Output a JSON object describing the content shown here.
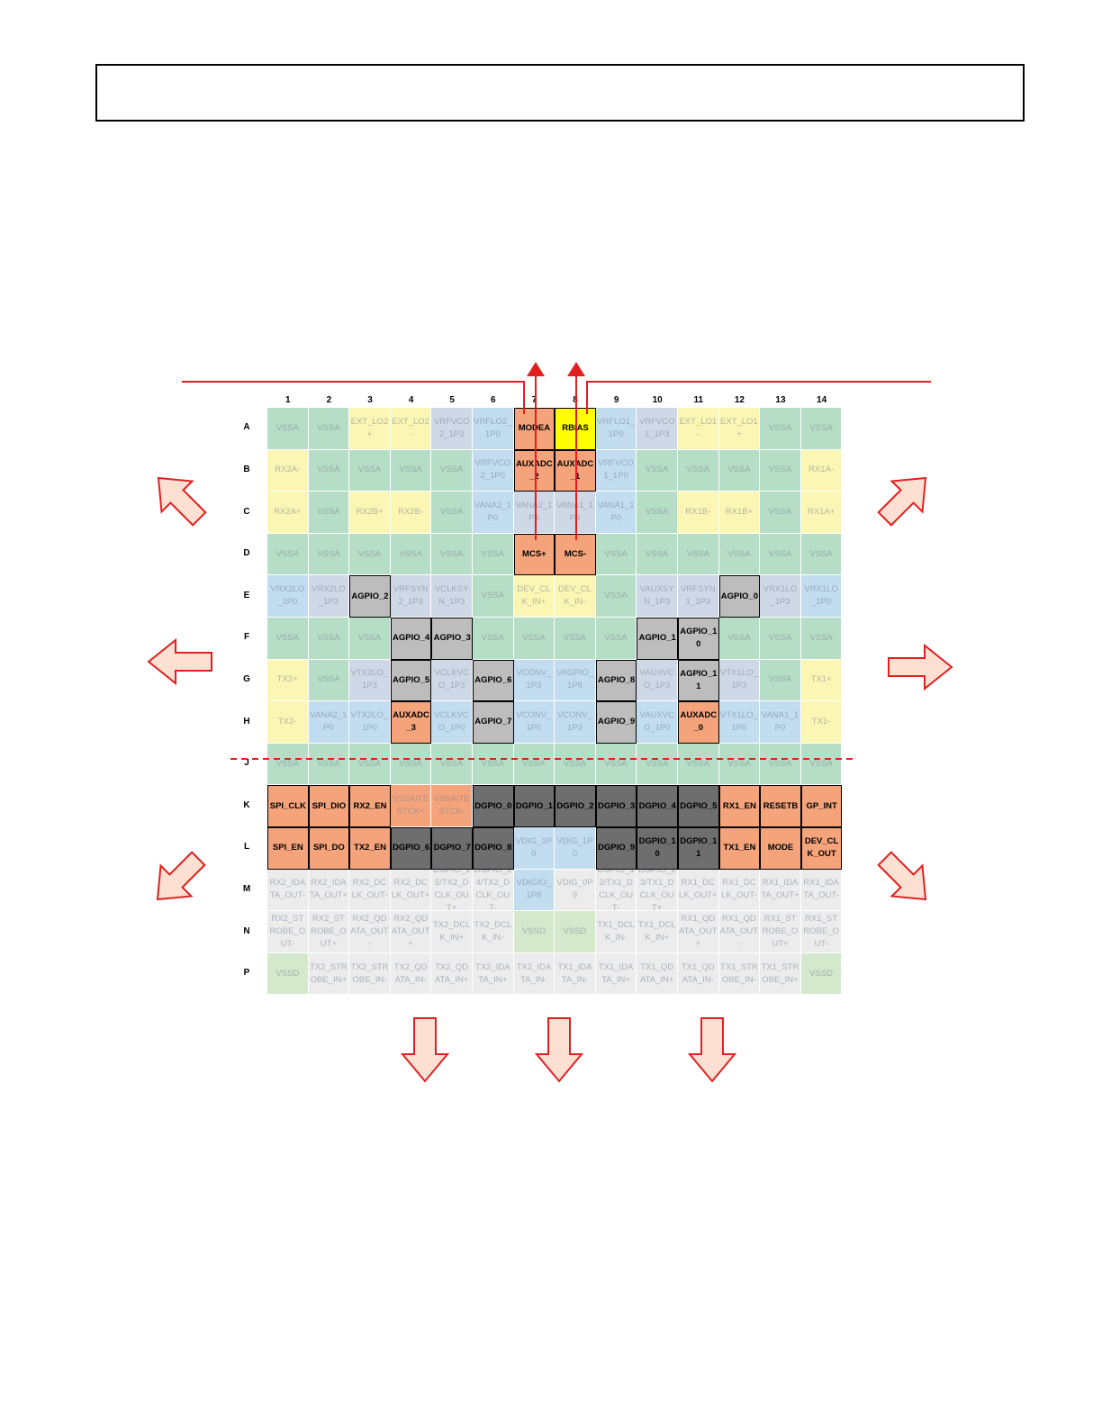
{
  "colors": {
    "analog_ground": "#b6dec6",
    "rf_input": "#fbf6b4",
    "power_supply": "#c2dcf0",
    "supply_alt": "#cfd8e6",
    "agpio": "#bdbdbd",
    "dgpio": "#6e6e6e",
    "control": "#f4a37a",
    "rbias": "#ffff00",
    "lvds": "#ececec",
    "digital_ground": "#d4e8cc",
    "arrow_stroke": "#e02020",
    "arrow_fill": "#fde0d2"
  },
  "columns": [
    "1",
    "2",
    "3",
    "4",
    "5",
    "6",
    "7",
    "8",
    "9",
    "10",
    "11",
    "12",
    "13",
    "14"
  ],
  "rows": [
    {
      "label": "A",
      "cells": [
        {
          "t": "VSSA",
          "c": "analog_ground"
        },
        {
          "t": "VSSA",
          "c": "analog_ground"
        },
        {
          "t": "EXT_LO2+",
          "c": "rf_input"
        },
        {
          "t": "EXT_LO2-",
          "c": "rf_input"
        },
        {
          "t": "VRFVCO2_1P3",
          "c": "supply_alt"
        },
        {
          "t": "VRFLO2_1P0",
          "c": "power_supply"
        },
        {
          "t": "MODEA",
          "c": "control",
          "s": 1
        },
        {
          "t": "RBIAS",
          "c": "rbias",
          "s": 1
        },
        {
          "t": "VRFLO1_1P0",
          "c": "power_supply"
        },
        {
          "t": "VRFVCO1_1P3",
          "c": "supply_alt"
        },
        {
          "t": "EXT_LO1-",
          "c": "rf_input"
        },
        {
          "t": "EXT_LO1+",
          "c": "rf_input"
        },
        {
          "t": "VSSA",
          "c": "analog_ground"
        },
        {
          "t": "VSSA",
          "c": "analog_ground"
        }
      ]
    },
    {
      "label": "B",
      "cells": [
        {
          "t": "RX2A-",
          "c": "rf_input"
        },
        {
          "t": "VSSA",
          "c": "analog_ground"
        },
        {
          "t": "VSSA",
          "c": "analog_ground"
        },
        {
          "t": "VSSA",
          "c": "analog_ground"
        },
        {
          "t": "VSSA",
          "c": "analog_ground"
        },
        {
          "t": "VRFVCO2_1P0",
          "c": "power_supply"
        },
        {
          "t": "AUXADC_2",
          "c": "control",
          "s": 1
        },
        {
          "t": "AUXADC_1",
          "c": "control",
          "s": 1
        },
        {
          "t": "VRFVCO1_1P0",
          "c": "power_supply"
        },
        {
          "t": "VSSA",
          "c": "analog_ground"
        },
        {
          "t": "VSSA",
          "c": "analog_ground"
        },
        {
          "t": "VSSA",
          "c": "analog_ground"
        },
        {
          "t": "VSSA",
          "c": "analog_ground"
        },
        {
          "t": "RX1A-",
          "c": "rf_input"
        }
      ]
    },
    {
      "label": "C",
      "cells": [
        {
          "t": "RX2A+",
          "c": "rf_input"
        },
        {
          "t": "VSSA",
          "c": "analog_ground"
        },
        {
          "t": "RX2B+",
          "c": "rf_input"
        },
        {
          "t": "RX2B-",
          "c": "rf_input"
        },
        {
          "t": "VSSA",
          "c": "analog_ground"
        },
        {
          "t": "VANA2_1P0",
          "c": "power_supply"
        },
        {
          "t": "VANA2_1P3",
          "c": "supply_alt"
        },
        {
          "t": "VANA1_1P3",
          "c": "supply_alt"
        },
        {
          "t": "VANA1_1P0",
          "c": "power_supply"
        },
        {
          "t": "VSSA",
          "c": "analog_ground"
        },
        {
          "t": "RX1B-",
          "c": "rf_input"
        },
        {
          "t": "RX1B+",
          "c": "rf_input"
        },
        {
          "t": "VSSA",
          "c": "analog_ground"
        },
        {
          "t": "RX1A+",
          "c": "rf_input"
        }
      ]
    },
    {
      "label": "D",
      "cells": [
        {
          "t": "VSSA",
          "c": "analog_ground"
        },
        {
          "t": "VSSA",
          "c": "analog_ground"
        },
        {
          "t": "VSSA",
          "c": "analog_ground"
        },
        {
          "t": "VSSA",
          "c": "analog_ground"
        },
        {
          "t": "VSSA",
          "c": "analog_ground"
        },
        {
          "t": "VSSA",
          "c": "analog_ground"
        },
        {
          "t": "MCS+",
          "c": "control",
          "s": 1
        },
        {
          "t": "MCS-",
          "c": "control",
          "s": 1
        },
        {
          "t": "VSSA",
          "c": "analog_ground"
        },
        {
          "t": "VSSA",
          "c": "analog_ground"
        },
        {
          "t": "VSSA",
          "c": "analog_ground"
        },
        {
          "t": "VSSA",
          "c": "analog_ground"
        },
        {
          "t": "VSSA",
          "c": "analog_ground"
        },
        {
          "t": "VSSA",
          "c": "analog_ground"
        }
      ]
    },
    {
      "label": "E",
      "cells": [
        {
          "t": "VRX2LO_1P0",
          "c": "power_supply"
        },
        {
          "t": "VRX2LO_1P3",
          "c": "supply_alt"
        },
        {
          "t": "AGPIO_2",
          "c": "agpio",
          "s": 1
        },
        {
          "t": "VRFSYN2_1P3",
          "c": "supply_alt"
        },
        {
          "t": "VCLKSYN_1P3",
          "c": "supply_alt"
        },
        {
          "t": "VSSA",
          "c": "analog_ground"
        },
        {
          "t": "DEV_CLK_IN+",
          "c": "rf_input"
        },
        {
          "t": "DEV_CLK_IN-",
          "c": "rf_input"
        },
        {
          "t": "VSSA",
          "c": "analog_ground"
        },
        {
          "t": "VAUXSYN_1P3",
          "c": "supply_alt"
        },
        {
          "t": "VRFSYN1_1P3",
          "c": "supply_alt"
        },
        {
          "t": "AGPIO_0",
          "c": "agpio",
          "s": 1
        },
        {
          "t": "VRX1LO_1P3",
          "c": "supply_alt"
        },
        {
          "t": "VRX1LO_1P0",
          "c": "power_supply"
        }
      ]
    },
    {
      "label": "F",
      "cells": [
        {
          "t": "VSSA",
          "c": "analog_ground"
        },
        {
          "t": "VSSA",
          "c": "analog_ground"
        },
        {
          "t": "VSSA",
          "c": "analog_ground"
        },
        {
          "t": "AGPIO_4",
          "c": "agpio",
          "s": 1
        },
        {
          "t": "AGPIO_3",
          "c": "agpio",
          "s": 1
        },
        {
          "t": "VSSA",
          "c": "analog_ground"
        },
        {
          "t": "VSSA",
          "c": "analog_ground"
        },
        {
          "t": "VSSA",
          "c": "analog_ground"
        },
        {
          "t": "VSSA",
          "c": "analog_ground"
        },
        {
          "t": "AGPIO_1",
          "c": "agpio",
          "s": 1
        },
        {
          "t": "AGPIO_10",
          "c": "agpio",
          "s": 1
        },
        {
          "t": "VSSA",
          "c": "analog_ground"
        },
        {
          "t": "VSSA",
          "c": "analog_ground"
        },
        {
          "t": "VSSA",
          "c": "analog_ground"
        }
      ]
    },
    {
      "label": "G",
      "cells": [
        {
          "t": "TX2+",
          "c": "rf_input"
        },
        {
          "t": "VSSA",
          "c": "analog_ground"
        },
        {
          "t": "VTX2LO_1P3",
          "c": "supply_alt"
        },
        {
          "t": "AGPIO_5",
          "c": "agpio",
          "s": 1
        },
        {
          "t": "VCLKVCO_1P3",
          "c": "supply_alt"
        },
        {
          "t": "AGPIO_6",
          "c": "agpio",
          "s": 1
        },
        {
          "t": "VCONV_1P3",
          "c": "power_supply"
        },
        {
          "t": "VAGPIO_1P8",
          "c": "power_supply"
        },
        {
          "t": "AGPIO_8",
          "c": "agpio",
          "s": 1
        },
        {
          "t": "VAUXVCO_1P3",
          "c": "supply_alt"
        },
        {
          "t": "AGPIO_11",
          "c": "agpio",
          "s": 1
        },
        {
          "t": "VTX1LO_1P3",
          "c": "supply_alt"
        },
        {
          "t": "VSSA",
          "c": "analog_ground"
        },
        {
          "t": "TX1+",
          "c": "rf_input"
        }
      ]
    },
    {
      "label": "H",
      "cells": [
        {
          "t": "TX2-",
          "c": "rf_input"
        },
        {
          "t": "VANA2_1P0",
          "c": "power_supply"
        },
        {
          "t": "VTX2LO_1P0",
          "c": "power_supply"
        },
        {
          "t": "AUXADC_3",
          "c": "control",
          "s": 1
        },
        {
          "t": "VCLKVCO_1P0",
          "c": "power_supply"
        },
        {
          "t": "AGPIO_7",
          "c": "agpio",
          "s": 1
        },
        {
          "t": "VCONV_1P0",
          "c": "power_supply"
        },
        {
          "t": "VCONV_1P3",
          "c": "power_supply"
        },
        {
          "t": "AGPIO_9",
          "c": "agpio",
          "s": 1
        },
        {
          "t": "VAUXVCO_1P0",
          "c": "power_supply"
        },
        {
          "t": "AUXADC_0",
          "c": "control",
          "s": 1
        },
        {
          "t": "VTX1LO_1P0",
          "c": "power_supply"
        },
        {
          "t": "VANA1_1P0",
          "c": "power_supply"
        },
        {
          "t": "TX1-",
          "c": "rf_input"
        }
      ]
    },
    {
      "label": "J",
      "cells": [
        {
          "t": "VSSA",
          "c": "analog_ground"
        },
        {
          "t": "VSSA",
          "c": "analog_ground"
        },
        {
          "t": "VSSA",
          "c": "analog_ground"
        },
        {
          "t": "VSSA",
          "c": "analog_ground"
        },
        {
          "t": "VSSA",
          "c": "analog_ground"
        },
        {
          "t": "VSSA",
          "c": "analog_ground"
        },
        {
          "t": "VSSA",
          "c": "analog_ground"
        },
        {
          "t": "VSSA",
          "c": "analog_ground"
        },
        {
          "t": "VSSA",
          "c": "analog_ground"
        },
        {
          "t": "VSSA",
          "c": "analog_ground"
        },
        {
          "t": "VSSA",
          "c": "analog_ground"
        },
        {
          "t": "VSSA",
          "c": "analog_ground"
        },
        {
          "t": "VSSA",
          "c": "analog_ground"
        },
        {
          "t": "VSSA",
          "c": "analog_ground"
        }
      ]
    },
    {
      "label": "K",
      "cells": [
        {
          "t": "SPI_CLK",
          "c": "control",
          "s": 1
        },
        {
          "t": "SPI_DIO",
          "c": "control",
          "s": 1
        },
        {
          "t": "RX2_EN",
          "c": "control",
          "s": 1
        },
        {
          "t": "VSSA/TESTCK+",
          "c": "control"
        },
        {
          "t": "VSSA/TESTCK-",
          "c": "control"
        },
        {
          "t": "DGPIO_0",
          "c": "dgpio",
          "s": 1
        },
        {
          "t": "DGPIO_1",
          "c": "dgpio",
          "s": 1
        },
        {
          "t": "DGPIO_2",
          "c": "dgpio",
          "s": 1
        },
        {
          "t": "DGPIO_3",
          "c": "dgpio",
          "s": 1
        },
        {
          "t": "DGPIO_4",
          "c": "dgpio",
          "s": 1
        },
        {
          "t": "DGPIO_5",
          "c": "dgpio",
          "s": 1
        },
        {
          "t": "RX1_EN",
          "c": "control",
          "s": 1
        },
        {
          "t": "RESETB",
          "c": "control",
          "s": 1
        },
        {
          "t": "GP_INT",
          "c": "control",
          "s": 1
        }
      ]
    },
    {
      "label": "L",
      "cells": [
        {
          "t": "SPI_EN",
          "c": "control",
          "s": 1
        },
        {
          "t": "SPI_DO",
          "c": "control",
          "s": 1
        },
        {
          "t": "TX2_EN",
          "c": "control",
          "s": 1
        },
        {
          "t": "DGPIO_6",
          "c": "dgpio",
          "s": 1
        },
        {
          "t": "DGPIO_7",
          "c": "dgpio",
          "s": 1
        },
        {
          "t": "DGPIO_8",
          "c": "dgpio",
          "s": 1
        },
        {
          "t": "VDIG_1P0",
          "c": "power_supply"
        },
        {
          "t": "VDIG_1P0",
          "c": "power_supply"
        },
        {
          "t": "DGPIO_9",
          "c": "dgpio",
          "s": 1
        },
        {
          "t": "DGPIO_10",
          "c": "dgpio",
          "s": 1
        },
        {
          "t": "DGPIO_11",
          "c": "dgpio",
          "s": 1
        },
        {
          "t": "TX1_EN",
          "c": "control",
          "s": 1
        },
        {
          "t": "MODE",
          "c": "control",
          "s": 1
        },
        {
          "t": "DEV_CLK_OUT",
          "c": "control",
          "s": 1
        }
      ]
    },
    {
      "label": "M",
      "cells": [
        {
          "t": "RX2_IDATA_OUT-",
          "c": "lvds"
        },
        {
          "t": "RX2_IDATA_OUT+",
          "c": "lvds"
        },
        {
          "t": "RX2_DCLK_OUT-",
          "c": "lvds"
        },
        {
          "t": "RX2_DCLK_OUT+",
          "c": "lvds"
        },
        {
          "t": "DGPIO_15/TX2_DCLK_OUT+",
          "c": "lvds"
        },
        {
          "t": "DGPIO_14/TX2_DCLK_OUT-",
          "c": "lvds"
        },
        {
          "t": "VDIGIO_1P8",
          "c": "power_supply"
        },
        {
          "t": "VDIG_0P9",
          "c": "lvds"
        },
        {
          "t": "DGPIO_12/TX1_DCLK_OUT-",
          "c": "lvds"
        },
        {
          "t": "DGPIO_13/TX1_DCLK_OUT+",
          "c": "lvds"
        },
        {
          "t": "RX1_DCLK_OUT+",
          "c": "lvds"
        },
        {
          "t": "RX1_DCLK_OUT-",
          "c": "lvds"
        },
        {
          "t": "RX1_IDATA_OUT+",
          "c": "lvds"
        },
        {
          "t": "RX1_IDATA_OUT-",
          "c": "lvds"
        }
      ]
    },
    {
      "label": "N",
      "cells": [
        {
          "t": "RX2_STROBE_OUT-",
          "c": "lvds"
        },
        {
          "t": "RX2_STROBE_OUT+",
          "c": "lvds"
        },
        {
          "t": "RX2_QDATA_OUT-",
          "c": "lvds"
        },
        {
          "t": "RX2_QDATA_OUT+",
          "c": "lvds"
        },
        {
          "t": "TX2_DCLK_IN+",
          "c": "lvds"
        },
        {
          "t": "TX2_DCLK_IN-",
          "c": "lvds"
        },
        {
          "t": "VSSD",
          "c": "digital_ground"
        },
        {
          "t": "VSSD",
          "c": "digital_ground"
        },
        {
          "t": "TX1_DCLK_IN-",
          "c": "lvds"
        },
        {
          "t": "TX1_DCLK_IN+",
          "c": "lvds"
        },
        {
          "t": "RX1_QDATA_OUT+",
          "c": "lvds"
        },
        {
          "t": "RX1_QDATA_OUT-",
          "c": "lvds"
        },
        {
          "t": "RX1_STROBE_OUT+",
          "c": "lvds"
        },
        {
          "t": "RX1_STROBE_OUT-",
          "c": "lvds"
        }
      ]
    },
    {
      "label": "P",
      "cells": [
        {
          "t": "VSSD",
          "c": "digital_ground"
        },
        {
          "t": "TX2_STROBE_IN+",
          "c": "lvds"
        },
        {
          "t": "TX2_STROBE_IN-",
          "c": "lvds"
        },
        {
          "t": "TX2_QDATA_IN-",
          "c": "lvds"
        },
        {
          "t": "TX2_QDATA_IN+",
          "c": "lvds"
        },
        {
          "t": "TX2_IDATA_IN+",
          "c": "lvds"
        },
        {
          "t": "TX2_IDATA_IN-",
          "c": "lvds"
        },
        {
          "t": "TX1_IDATA_IN-",
          "c": "lvds"
        },
        {
          "t": "TX1_IDATA_IN+",
          "c": "lvds"
        },
        {
          "t": "TX1_QDATA_IN+",
          "c": "lvds"
        },
        {
          "t": "TX1_QDATA_IN-",
          "c": "lvds"
        },
        {
          "t": "TX1_STROBE_IN-",
          "c": "lvds"
        },
        {
          "t": "TX1_STROBE_IN+",
          "c": "lvds"
        },
        {
          "t": "VSSD",
          "c": "digital_ground"
        }
      ]
    }
  ]
}
